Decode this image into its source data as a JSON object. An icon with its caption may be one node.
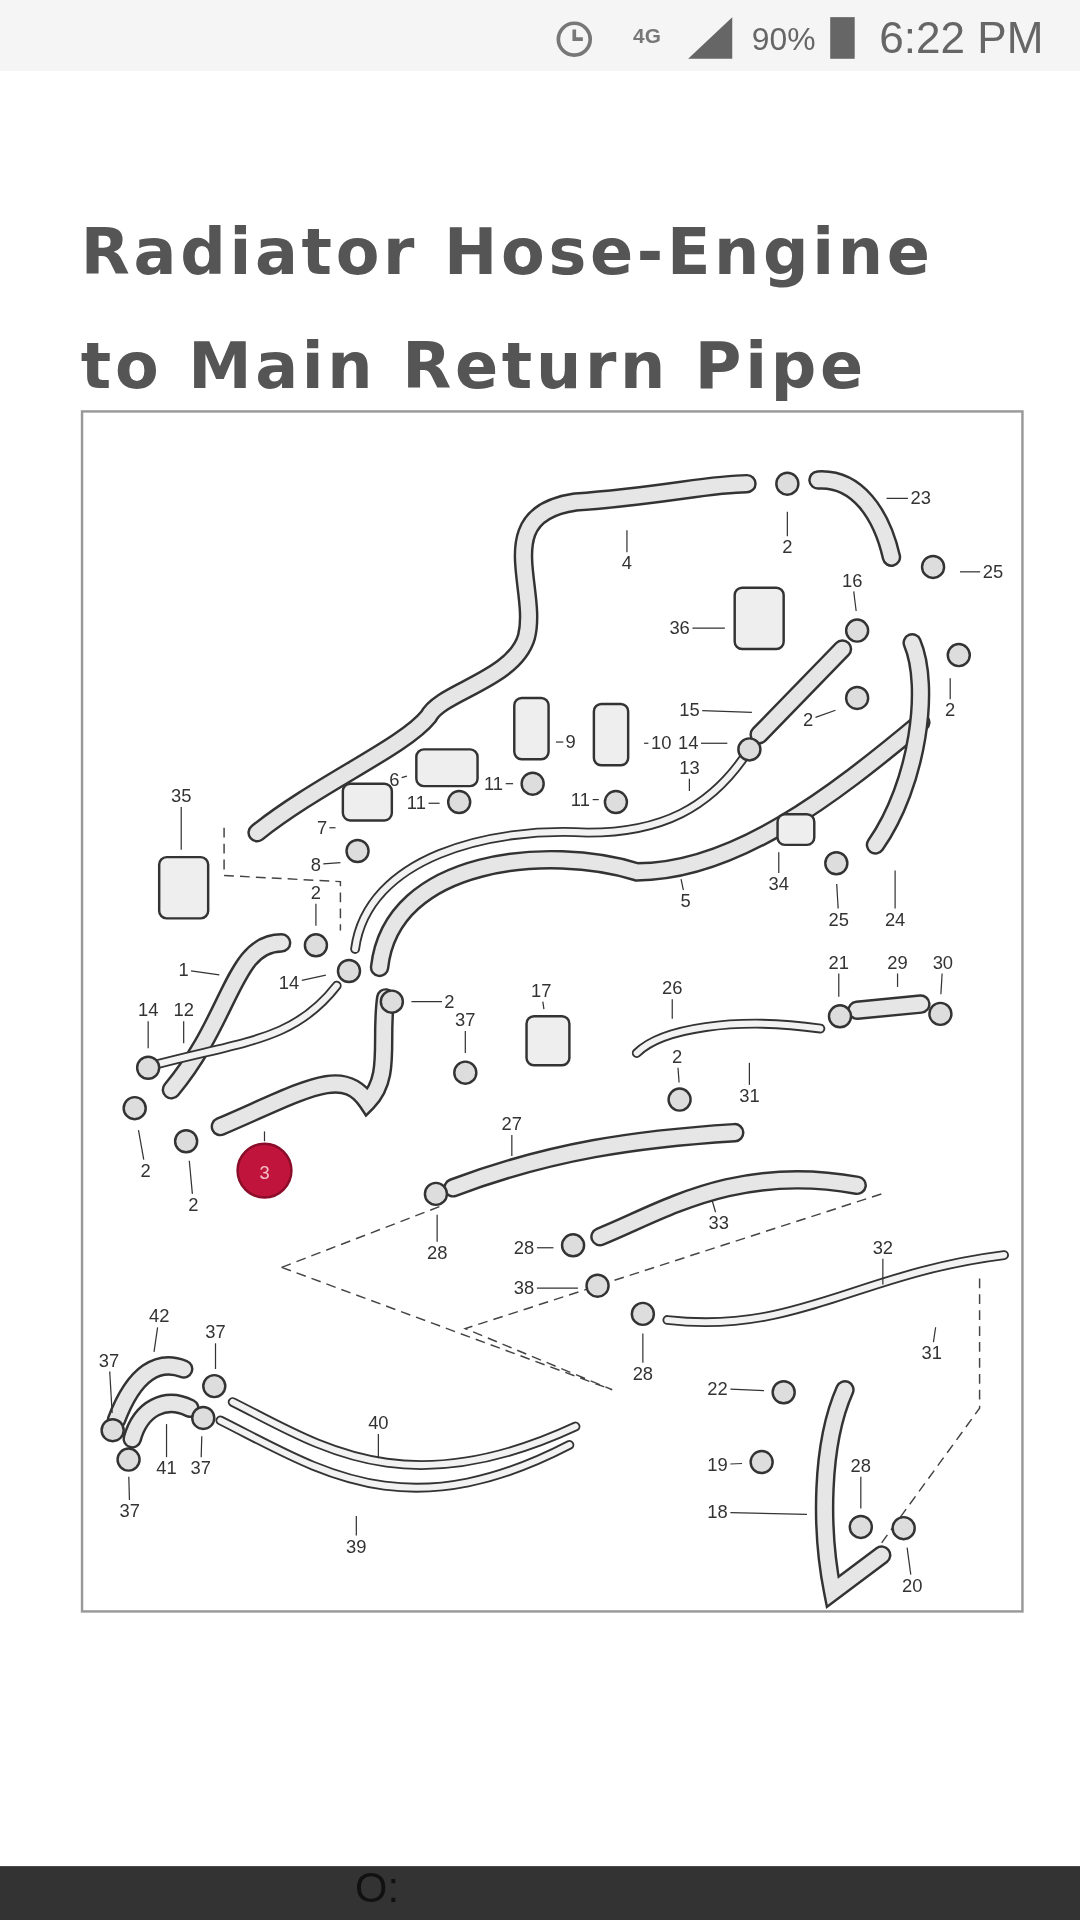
{
  "diagram": {
    "title": "Radiator Hose-Engine to Main Return Pipe",
    "nodes": [
      {
        "text": [
          "23"
        ]
      },
      {
        "text": [
          "2"
        ]
      },
      {
        "text": [
          "4"
        ]
      },
      {
        "text": [
          "25"
        ]
      },
      {
        "text": [
          "16"
        ]
      },
      {
        "text": [
          "36"
        ]
      },
      {
        "text": [
          "2"
        ]
      },
      {
        "text": [
          "15"
        ]
      },
      {
        "text": [
          "2"
        ]
      },
      {
        "text": [
          "9"
        ]
      },
      {
        "text": [
          "10"
        ]
      },
      {
        "text": [
          "14"
        ]
      },
      {
        "text": [
          "13"
        ]
      },
      {
        "text": [
          "6"
        ]
      },
      {
        "text": [
          "11"
        ]
      },
      {
        "text": [
          "11"
        ]
      },
      {
        "text": [
          "11"
        ]
      },
      {
        "text": [
          "35"
        ]
      },
      {
        "text": [
          "7"
        ]
      },
      {
        "text": [
          "8"
        ]
      },
      {
        "text": [
          "5"
        ]
      },
      {
        "text": [
          "34"
        ]
      },
      {
        "text": [
          "25"
        ]
      },
      {
        "text": [
          "24"
        ]
      },
      {
        "text": [
          "2"
        ]
      },
      {
        "text": [
          "1"
        ]
      },
      {
        "text": [
          "14"
        ]
      },
      {
        "text": [
          "2"
        ]
      },
      {
        "text": [
          "17"
        ]
      },
      {
        "text": [
          "26"
        ]
      },
      {
        "text": [
          "21"
        ]
      },
      {
        "text": [
          "29"
        ]
      },
      {
        "text": [
          "30"
        ]
      },
      {
        "text": [
          "14"
        ]
      },
      {
        "text": [
          "12"
        ]
      },
      {
        "text": [
          "37"
        ]
      },
      {
        "text": [
          "2"
        ]
      },
      {
        "text": [
          "31"
        ]
      },
      {
        "text": [
          "2"
        ]
      },
      {
        "text": [
          "2"
        ]
      },
      {
        "text": [
          "3"
        ]
      },
      {
        "text": [
          "27"
        ]
      },
      {
        "text": [
          "28"
        ]
      },
      {
        "text": [
          "33"
        ]
      },
      {
        "text": [
          "28"
        ]
      },
      {
        "text": [
          "32"
        ]
      },
      {
        "text": [
          "38"
        ]
      },
      {
        "text": [
          "28"
        ]
      },
      {
        "text": [
          "31"
        ]
      },
      {
        "text": [
          "42"
        ]
      },
      {
        "text": [
          "37"
        ]
      },
      {
        "text": [
          "37"
        ]
      },
      {
        "text": [
          "22"
        ]
      },
      {
        "text": [
          "40"
        ]
      },
      {
        "text": [
          "41"
        ]
      },
      {
        "text": [
          "37"
        ]
      },
      {
        "text": [
          "19"
        ]
      },
      {
        "text": [
          "28"
        ]
      },
      {
        "text": [
          "37"
        ]
      },
      {
        "text": [
          "18"
        ]
      },
      {
        "text": [
          "39"
        ]
      },
      {
        "text": [
          "20"
        ]
      }
    ],
    "edges": [
      {
        "from": 0,
        "to": null,
        "arrow": "none"
      },
      {
        "from": 1,
        "to": null,
        "arrow": "none"
      },
      {
        "from": 2,
        "to": null,
        "arrow": "none"
      },
      {
        "from": 3,
        "to": null,
        "arrow": "none"
      },
      {
        "from": 4,
        "to": null,
        "arrow": "none"
      },
      {
        "from": 5,
        "to": null,
        "arrow": "none"
      },
      {
        "from": 6,
        "to": null,
        "arrow": "none"
      },
      {
        "from": 7,
        "to": null,
        "arrow": "none"
      },
      {
        "from": 8,
        "to": null,
        "arrow": "none"
      },
      {
        "from": 9,
        "to": null,
        "arrow": "none"
      },
      {
        "from": 10,
        "to": null,
        "arrow": "none"
      },
      {
        "from": 11,
        "to": null,
        "arrow": "none"
      },
      {
        "from": 12,
        "to": null,
        "arrow": "none"
      },
      {
        "from": 13,
        "to": null,
        "arrow": "none"
      },
      {
        "from": 14,
        "to": null,
        "arrow": "none"
      },
      {
        "from": 15,
        "to": null,
        "arrow": "none"
      },
      {
        "from": 16,
        "to": null,
        "arrow": "none"
      },
      {
        "from": 17,
        "to": null,
        "arrow": "none"
      },
      {
        "from": 18,
        "to": null,
        "arrow": "none"
      },
      {
        "from": 19,
        "to": null,
        "arrow": "none"
      },
      {
        "from": 20,
        "to": null,
        "arrow": "none"
      },
      {
        "from": 21,
        "to": null,
        "arrow": "none"
      },
      {
        "from": 22,
        "to": null,
        "arrow": "none"
      },
      {
        "from": 23,
        "to": null,
        "arrow": "none"
      },
      {
        "from": 24,
        "to": null,
        "arrow": "none"
      },
      {
        "from": 25,
        "to": null,
        "arrow": "none"
      },
      {
        "from": 26,
        "to": null,
        "arrow": "none"
      },
      {
        "from": 27,
        "to": null,
        "arrow": "none"
      },
      {
        "from": 28,
        "to": null,
        "arrow": "none"
      },
      {
        "from": 29,
        "to": null,
        "arrow": "none"
      },
      {
        "from": 30,
        "to": null,
        "arrow": "none"
      },
      {
        "from": 31,
        "to": null,
        "arrow": "none"
      },
      {
        "from": 32,
        "to": null,
        "arrow": "none"
      },
      {
        "from": 33,
        "to": null,
        "arrow": "none"
      },
      {
        "from": 34,
        "to": null,
        "arrow": "none"
      },
      {
        "from": 35,
        "to": null,
        "arrow": "none"
      },
      {
        "from": 36,
        "to": null,
        "arrow": "none"
      },
      {
        "from": 37,
        "to": null,
        "arrow": "none"
      },
      {
        "from": 38,
        "to": null,
        "arrow": "none"
      },
      {
        "from": 39,
        "to": null,
        "arrow": "none"
      },
      {
        "from": 40,
        "to": null,
        "arrow": "none"
      },
      {
        "from": 41,
        "to": null,
        "arrow": "none"
      },
      {
        "from": 42,
        "to": null,
        "arrow": "none"
      },
      {
        "from": 43,
        "to": null,
        "arrow": "none"
      },
      {
        "from": 44,
        "to": null,
        "arrow": "none"
      },
      {
        "from": 45,
        "to": null,
        "arrow": "none"
      },
      {
        "from": 46,
        "to": null,
        "arrow": "none"
      },
      {
        "from": 47,
        "to": null,
        "arrow": "none"
      },
      {
        "from": 48,
        "to": null,
        "arrow": "none"
      },
      {
        "from": 49,
        "to": null,
        "arrow": "none"
      },
      {
        "from": 50,
        "to": null,
        "arrow": "none"
      },
      {
        "from": 51,
        "to": null,
        "arrow": "none"
      },
      {
        "from": 52,
        "to": null,
        "arrow": "none"
      },
      {
        "from": 53,
        "to": null,
        "arrow": "none"
      },
      {
        "from": 54,
        "to": null,
        "arrow": "none"
      },
      {
        "from": 55,
        "to": null,
        "arrow": "none"
      },
      {
        "from": 56,
        "to": null,
        "arrow": "none"
      },
      {
        "from": 57,
        "to": null,
        "arrow": "none"
      },
      {
        "from": 58,
        "to": null,
        "arrow": "none"
      },
      {
        "from": 59,
        "to": null,
        "arrow": "none"
      },
      {
        "from": 60,
        "to": null,
        "arrow": "none"
      },
      {
        "from": 61,
        "to": null,
        "arrow": "none"
      }
    ],
    "labels": [
      "4G",
      "90%",
      "6:22 PM",
      "O:"
    ]
  }
}
